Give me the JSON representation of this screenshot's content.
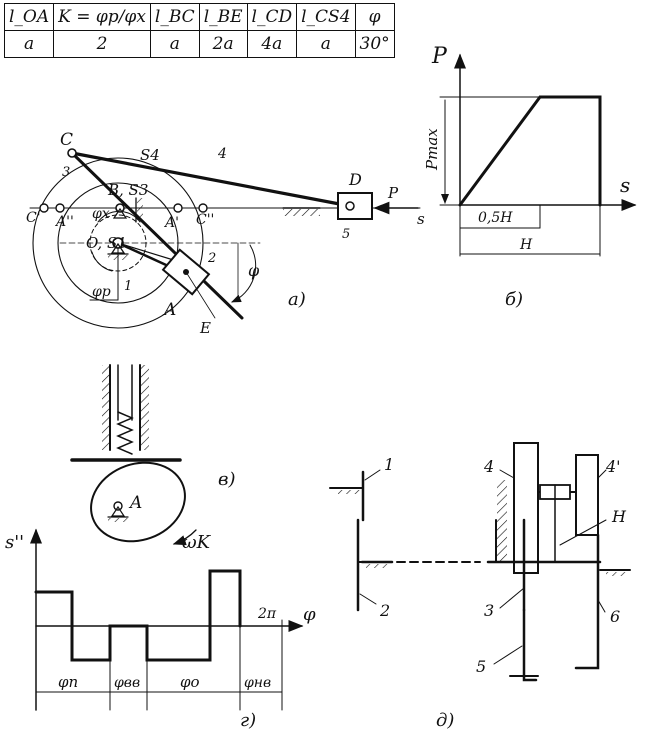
{
  "table": {
    "headers": [
      "l_OA",
      "K = φp/φx",
      "l_BC",
      "l_BE",
      "l_CD",
      "l_CS4",
      "φ"
    ],
    "values": [
      "a",
      "2",
      "a",
      "2a",
      "4a",
      "a",
      "30°"
    ]
  },
  "diagram_a": {
    "label": "а)",
    "points": [
      "C",
      "C'",
      "A''",
      "B, S3",
      "A'",
      "C''",
      "O, S1",
      "A",
      "E",
      "D",
      "S4"
    ],
    "links": [
      "1",
      "2",
      "3",
      "4",
      "5"
    ],
    "angles": [
      "φx",
      "φp",
      "φ"
    ],
    "force": "P",
    "axis": "s"
  },
  "diagram_b": {
    "label": "б)",
    "y_axis": "P",
    "x_axis": "s",
    "pmax": "Pmax",
    "marks": [
      "0,5H",
      "H"
    ]
  },
  "diagram_v": {
    "label": "в)",
    "point": "A",
    "omega": "ωK"
  },
  "diagram_g": {
    "label": "г)",
    "y_axis": "s''",
    "x_axis": "φ",
    "period": "2π",
    "phases": [
      "φп",
      "φвв",
      "φо",
      "φнв"
    ]
  },
  "diagram_d": {
    "label": "д)",
    "numbers": [
      "1",
      "2",
      "3",
      "4",
      "4'",
      "H",
      "5",
      "6"
    ]
  }
}
